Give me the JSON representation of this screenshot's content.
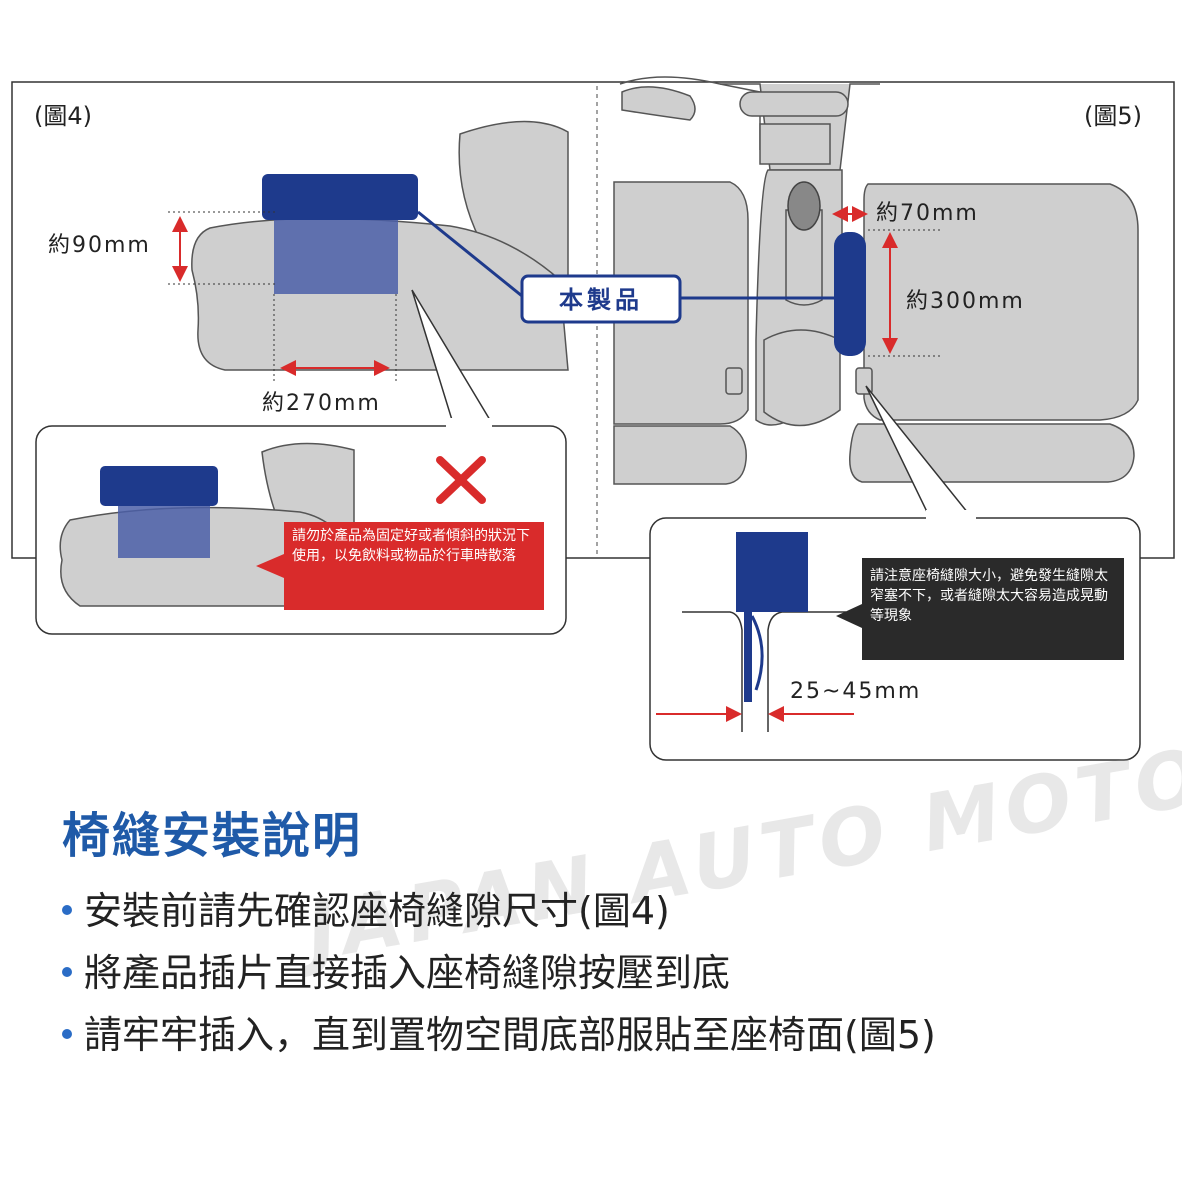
{
  "figure4": {
    "label": "(圖4)",
    "dim_height": "約90mm",
    "dim_width": "約270mm",
    "warning_text": "請勿於產品為固定好或者傾斜的狀況下使用，以免飲料或物品於行車時散落"
  },
  "figure5": {
    "label": "(圖5)",
    "dim_width": "約70mm",
    "dim_height": "約300mm",
    "note_text": "請注意座椅縫隙大小，避免發生縫隙太窄塞不下，或者縫隙太大容易造成晃動等現象",
    "gap_range": "25~45mm"
  },
  "product_label": "本製品",
  "instructions": {
    "title": "椅縫安裝說明",
    "items": [
      "安裝前請先確認座椅縫隙尺寸(圖4)",
      "將產品插片直接插入座椅縫隙按壓到底",
      "請牢牢插入，直到置物空間底部服貼至座椅面(圖5)"
    ]
  },
  "watermark": "JAPAN AUTO MOTOR WORLD",
  "colors": {
    "product_blue": "#1e3a8c",
    "accent_red": "#d92b2b",
    "heading_blue": "#1f5aa8"
  }
}
